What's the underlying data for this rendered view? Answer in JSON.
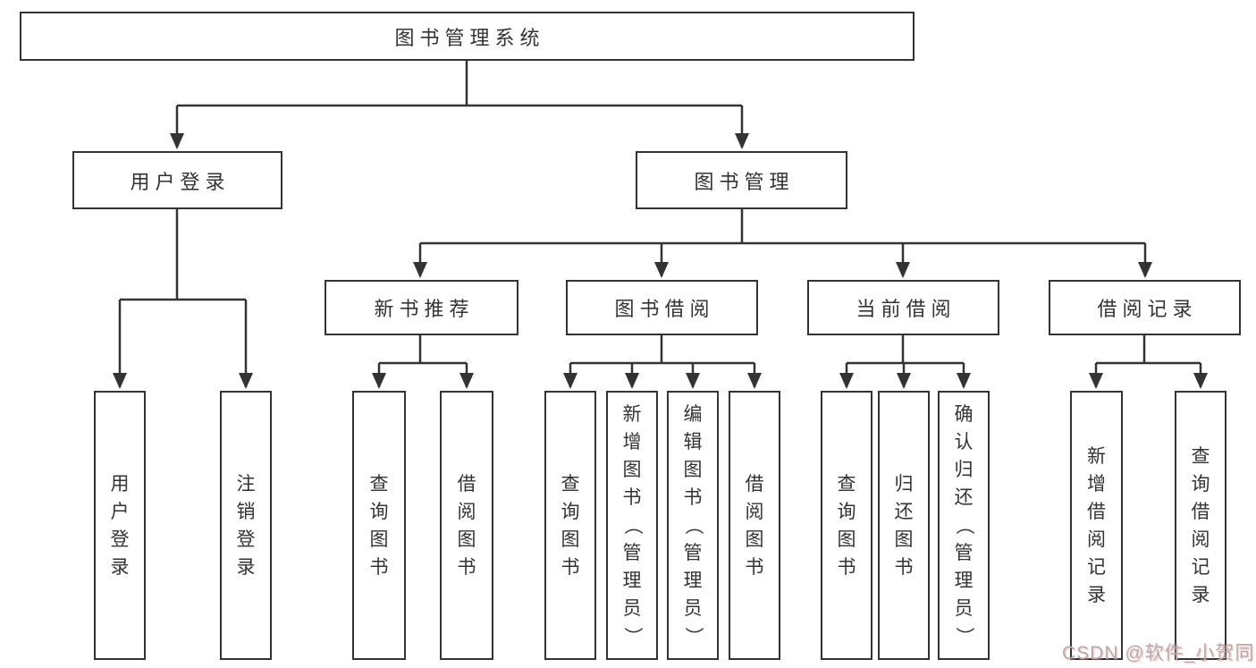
{
  "diagram": {
    "root": {
      "label": "图书管理系统"
    },
    "branches": {
      "user_login": {
        "label": "用户登录",
        "children": [
          "用户登录",
          "注销登录"
        ]
      },
      "book_management": {
        "label": "图书管理",
        "sections": {
          "new_book": {
            "label": "新书推荐",
            "children": [
              "查询图书",
              "借阅图书"
            ]
          },
          "borrow": {
            "label": "图书借阅",
            "children": [
              "查询图书",
              "新增图书（管理员）",
              "编辑图书（管理员）",
              "借阅图书"
            ]
          },
          "current": {
            "label": "当前借阅",
            "children": [
              "查询图书",
              "归还图书",
              "确认归还（管理员）"
            ]
          },
          "records": {
            "label": "借阅记录",
            "children": [
              "新增借阅记录",
              "查询借阅记录"
            ]
          }
        }
      }
    }
  },
  "watermark": {
    "text": "CSDN @软件_小贺同学"
  },
  "colors": {
    "line": "#333333",
    "text": "#333333",
    "node_background": "#ffffff",
    "page_background": "#ffffff",
    "watermark": "#b3abab"
  }
}
